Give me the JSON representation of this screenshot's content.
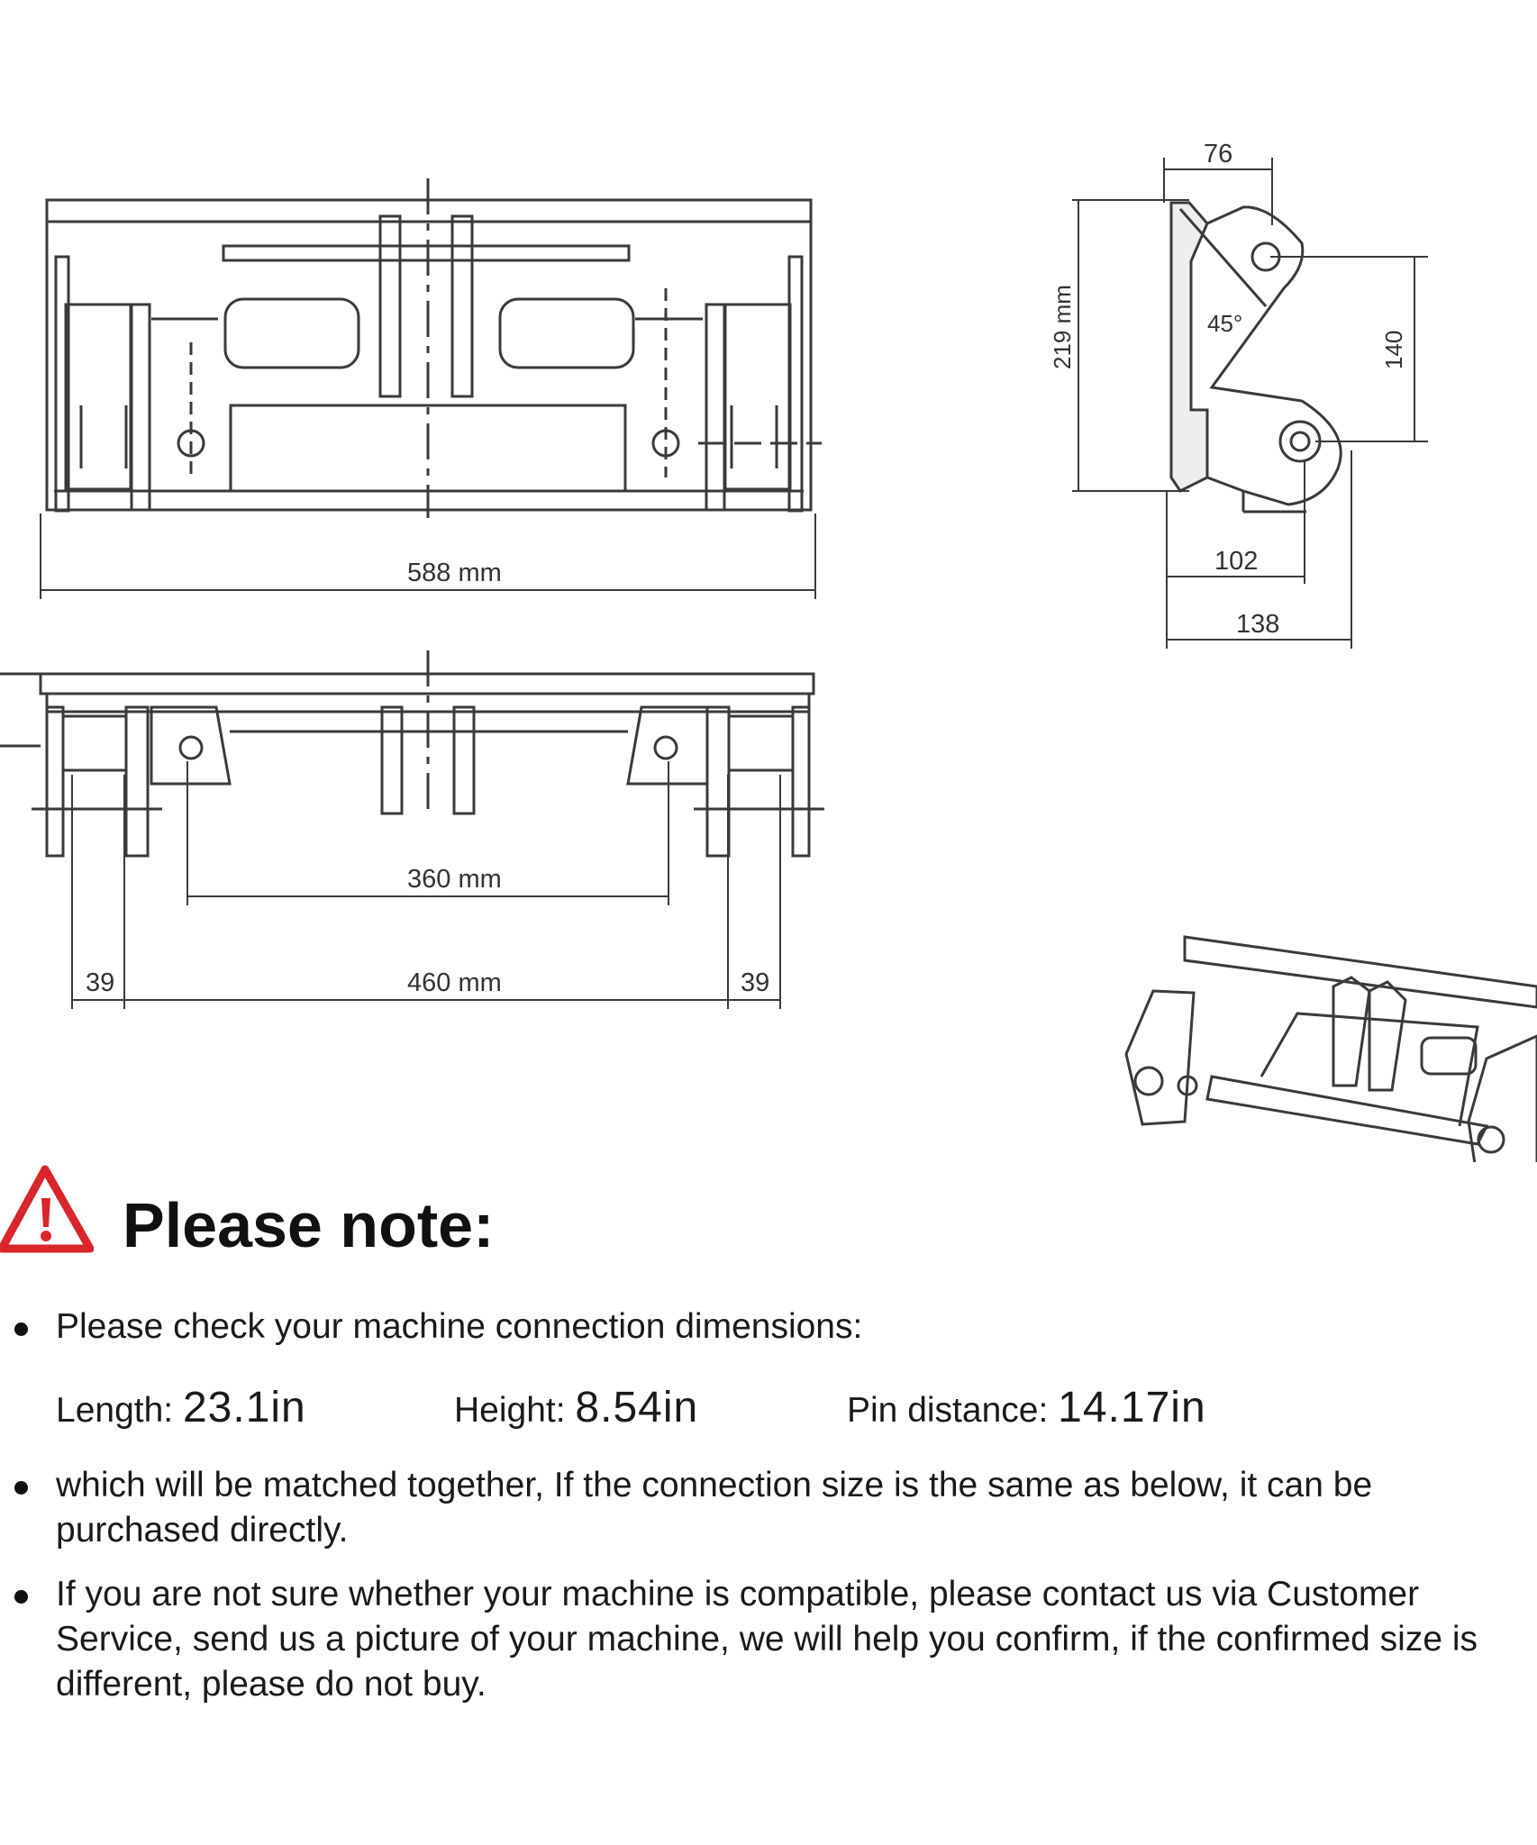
{
  "drawing": {
    "front_view": {
      "width_label": "588 mm"
    },
    "top_view": {
      "pin_span_label": "360 mm",
      "outer_span_label": "460 mm",
      "left_offset_label": "39",
      "right_offset_label": "39"
    },
    "side_view": {
      "top_label": "76",
      "height_label": "219 mm",
      "pin_vertical_label": "140",
      "angle_label": "45°",
      "bottom_inner_label": "102",
      "bottom_outer_label": "138"
    }
  },
  "note": {
    "title": "Please note:",
    "items": [
      {
        "text": "Please check your machine connection dimensions:"
      },
      {
        "text": "which will be matched together, If the connection size is the same as below, it can be purchased directly."
      },
      {
        "text": "If you are not sure whether your machine is compatible, please contact us via Customer Service, send us a picture of your machine, we will help you confirm, if the confirmed size is different, please do not buy."
      }
    ],
    "specs": {
      "length_label": "Length:",
      "length_value": "23.1in",
      "height_label": "Height:",
      "height_value": "8.54in",
      "pin_label": "Pin distance:",
      "pin_value": "14.17in"
    }
  },
  "colors": {
    "warning_red": "#d9262b",
    "line": "#3a3a3a"
  }
}
